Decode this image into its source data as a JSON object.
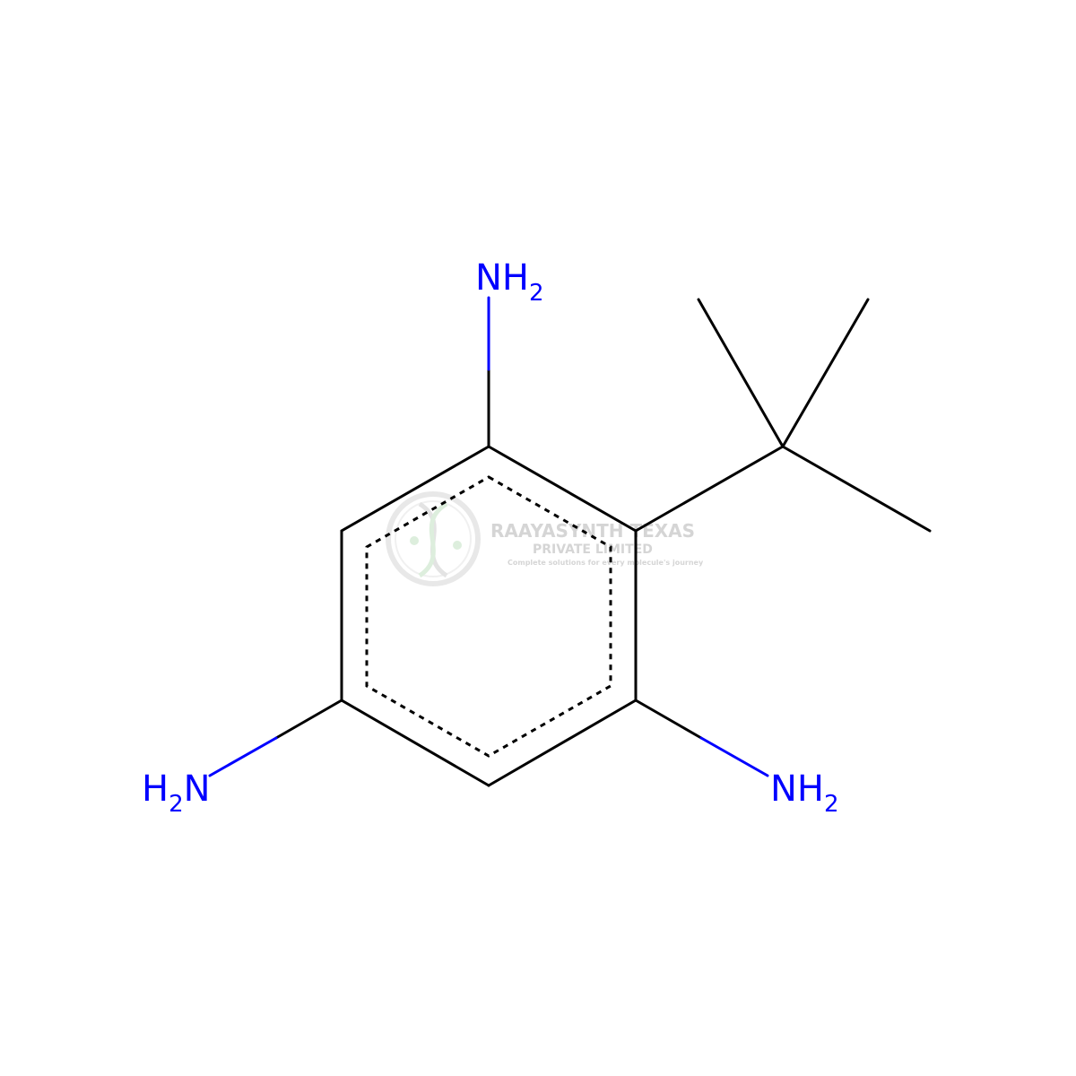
{
  "molecule": {
    "atoms": {
      "n_top": {
        "symbol": "N",
        "hcount": "H",
        "sub": "2"
      },
      "n_right": {
        "symbol": "N",
        "hcount": "H",
        "sub": "2"
      },
      "n_left": {
        "symbol": "N",
        "hcount": "H",
        "sub": "2"
      },
      "n_left_h": "H",
      "n_left_sub": "2",
      "n_left_n": "N"
    }
  },
  "watermark": {
    "line1": "RAAYASYNTH TEXAS",
    "line2": "PRIVATE LIMITED",
    "line3": "Complete solutions for every molecule's journey"
  },
  "colors": {
    "bond": "#000000",
    "heteroatom_n": "#0000ff",
    "watermark": "#c8c8c8",
    "background": "#ffffff"
  }
}
